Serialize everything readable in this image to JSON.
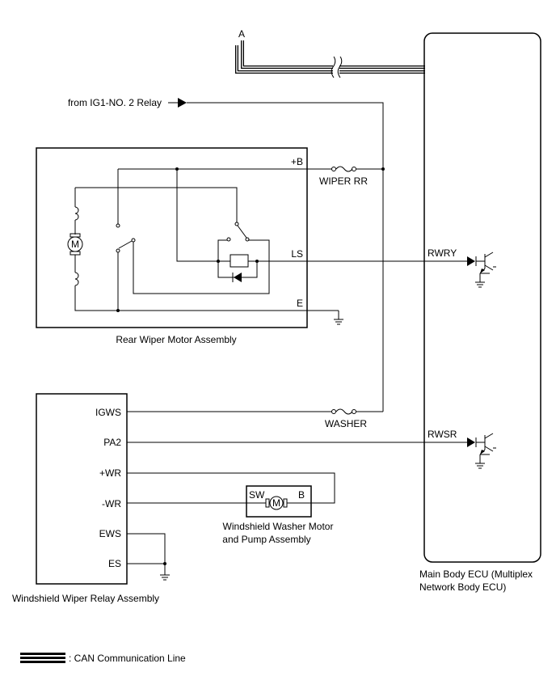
{
  "connector_a": "A",
  "source_label": "from IG1-NO. 2 Relay",
  "rear_motor": {
    "title": "Rear Wiper Motor Assembly",
    "pin_b": "+B",
    "pin_ls": "LS",
    "pin_e": "E",
    "motor": "M"
  },
  "fuses": {
    "wiper_rr": "WIPER RR",
    "washer": "WASHER"
  },
  "ecu": {
    "title_line1": "Main Body ECU (Multiplex",
    "title_line2": "Network Body ECU)",
    "pin_rwry": "RWRY",
    "pin_rwsr": "RWSR"
  },
  "relay": {
    "title": "Windshield Wiper Relay Assembly",
    "pins": [
      "IGWS",
      "PA2",
      "+WR",
      "-WR",
      "EWS",
      "ES"
    ]
  },
  "washer_motor": {
    "title_line1": "Windshield Washer Motor",
    "title_line2": "and Pump Assembly",
    "pin_sw": "SW",
    "pin_b": "B",
    "motor": "M"
  },
  "legend": {
    "text": ": CAN Communication Line"
  }
}
